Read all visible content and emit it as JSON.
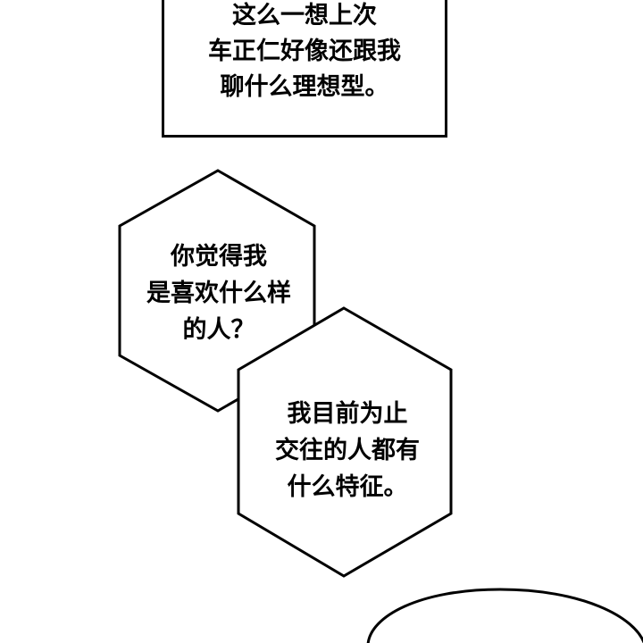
{
  "caption": {
    "lines": [
      "这么一想上次",
      "车正仁好像还跟我",
      "聊什么理想型。"
    ]
  },
  "bubble_1": {
    "lines": [
      "你觉得我",
      "是喜欢什么样",
      "的人？"
    ]
  },
  "bubble_2": {
    "lines": [
      "我目前为止",
      "交往的人都有",
      "什么特征。"
    ]
  },
  "colors": {
    "ink": "#000000",
    "paper": "#ffffff"
  }
}
